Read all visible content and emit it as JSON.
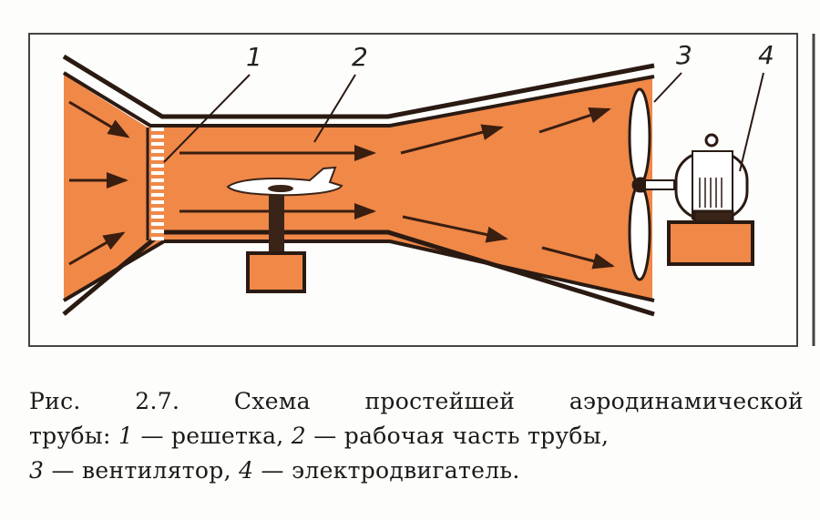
{
  "figure": {
    "labels": [
      "1",
      "2",
      "3",
      "4"
    ],
    "colors": {
      "air": "#f08848",
      "wall": "#2a1a12",
      "frame": "#333333",
      "stand": "#3a2418",
      "base": "#f08848"
    },
    "icons": [
      "wind-tunnel-diagram",
      "airplane-model-icon",
      "propeller-icon",
      "electric-motor-icon"
    ]
  },
  "caption": {
    "prefix": "Рис. 2.7.",
    "title": "Схема простейшей аэродинамической",
    "title2": "трубы:",
    "items": [
      {
        "num": "1",
        "text": "— решетка,"
      },
      {
        "num": "2",
        "text": "— рабочая часть трубы,"
      },
      {
        "num": "3",
        "text": "— вентилятор,"
      },
      {
        "num": "4",
        "text": "— электродвигатель."
      }
    ]
  }
}
